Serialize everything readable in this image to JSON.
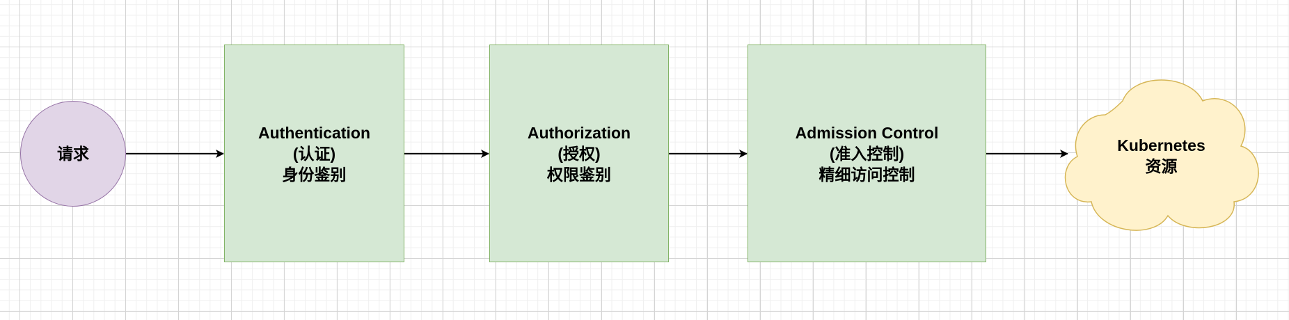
{
  "nodes": {
    "request": {
      "label": "请求"
    },
    "authentication": {
      "line1": "Authentication",
      "line2": "(认证)",
      "line3": "身份鉴别"
    },
    "authorization": {
      "line1": "Authorization",
      "line2": "(授权)",
      "line3": "权限鉴别"
    },
    "admission": {
      "line1": "Admission Control",
      "line2": "(准入控制)",
      "line3": "精细访问控制"
    },
    "kubernetes": {
      "line1": "Kubernetes",
      "line2": "资源"
    }
  },
  "colors": {
    "request_fill": "#e1d5e7",
    "request_stroke": "#9673a6",
    "box_fill": "#d5e8d4",
    "box_stroke": "#82b366",
    "cloud_fill": "#fff2cc",
    "cloud_stroke": "#d6b656"
  }
}
